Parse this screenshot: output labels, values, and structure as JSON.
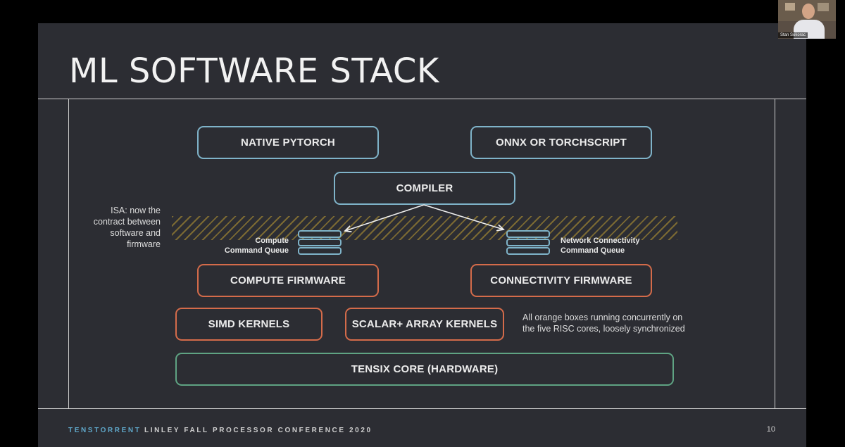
{
  "slide": {
    "title": "ML SOFTWARE STACK",
    "boxes": {
      "native_pytorch": "NATIVE PYTORCH",
      "onnx": "ONNX OR TORCHSCRIPT",
      "compiler": "COMPILER",
      "compute_firmware": "COMPUTE FIRMWARE",
      "connectivity_firmware": "CONNECTIVITY FIRMWARE",
      "simd_kernels": "SIMD KERNELS",
      "scalar_array_kernels": "SCALAR+ ARRAY KERNELS",
      "tensix_core": "TENSIX CORE (HARDWARE)"
    },
    "compute_queue_label": [
      "Compute",
      "Command Queue"
    ],
    "network_queue_label": [
      "Network Connectivity",
      "Command Queue"
    ],
    "isa_note": [
      "ISA: now the",
      "contract between",
      "software and",
      "firmware"
    ],
    "orange_note": [
      "All orange boxes running concurrently on",
      "the five RISC cores, loosely synchronized"
    ],
    "footer": {
      "brand": "TENSTORRENT",
      "conference": "LINLEY FALL PROCESSOR CONFERENCE 2020",
      "page_number": "10"
    }
  },
  "video_tile": {
    "participant_name": "Stan Sokorac"
  },
  "colors": {
    "background": "#2c2d33",
    "blue_border": "#7fb3c9",
    "orange_border": "#d46b4a",
    "green_border": "#5fa383",
    "hatch": "#8a7533",
    "brand": "#5fa7c9"
  }
}
